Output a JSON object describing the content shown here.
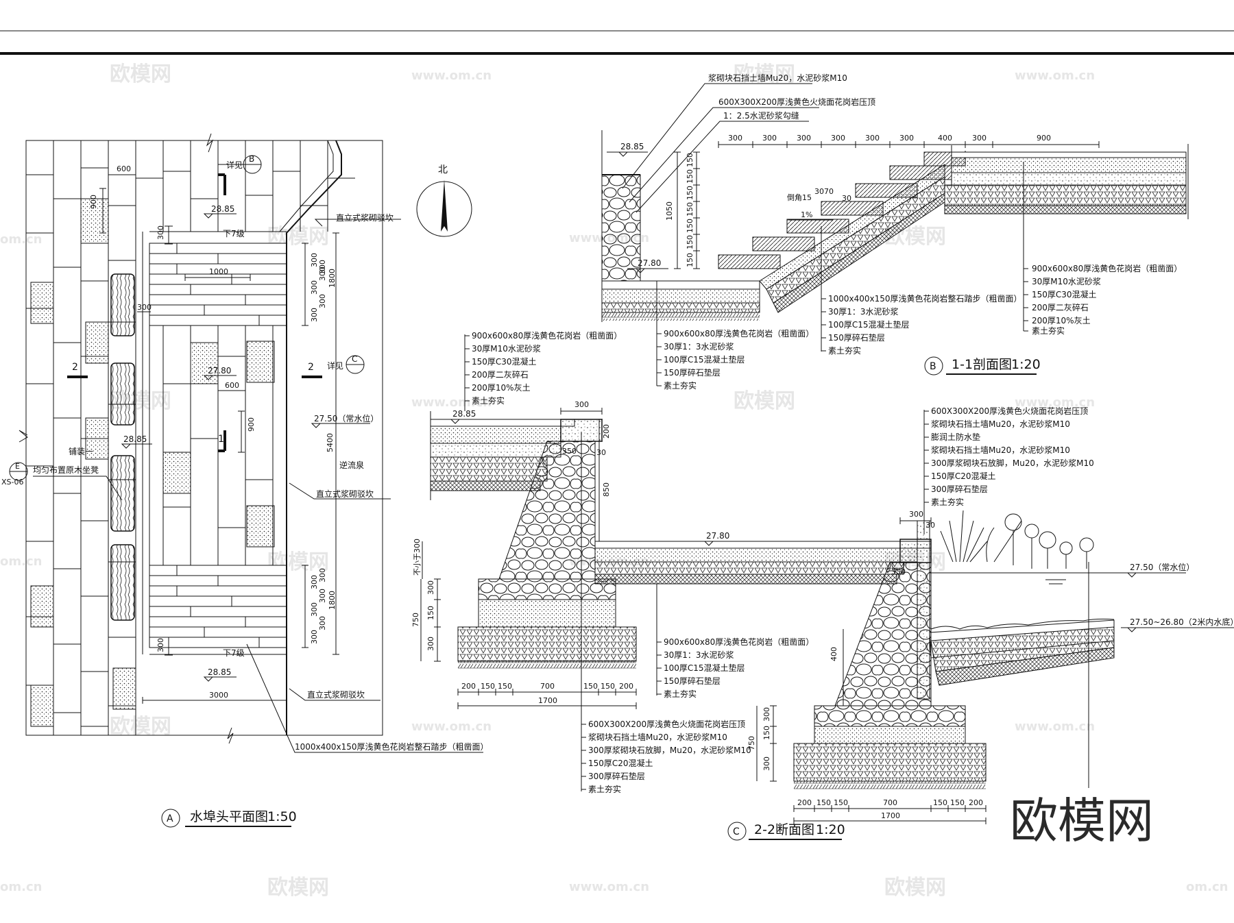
{
  "watermark": {
    "logo": "欧模网",
    "url": "www.om.cn",
    "small_url": "om.cn"
  },
  "north": {
    "label": "北"
  },
  "plan": {
    "title_id": "A",
    "title": "水埠头平面图",
    "scale": "1:50",
    "dims": {
      "d600a": "600",
      "d900a": "900",
      "d300a": "300",
      "d1000": "1000",
      "d300b": "300",
      "d600b": "600",
      "d900b": "900",
      "d5400": "5400",
      "d300c": "300",
      "d3000": "3000",
      "d1800a": "1800",
      "d1800b": "1800",
      "d300s": [
        "300",
        "300",
        "300",
        "300",
        "300",
        "300"
      ],
      "d300t": [
        "300",
        "300",
        "300",
        "300",
        "300",
        "300"
      ]
    },
    "elev": {
      "e1": "28.85",
      "e2": "27.80",
      "e3": "28.85",
      "e4": "28.85",
      "e5": "27.50（常水位）"
    },
    "labels": {
      "detail_b_word": "详见",
      "detail_b_id": "B",
      "detail_c_word": "详见",
      "detail_c_id": "C",
      "cut2_left": "2",
      "cut2_right": "2",
      "cut1": "1",
      "down_top": "下7级",
      "down_bottom": "下7级",
      "pave": "铺装一",
      "bench": "均匀布置原木坐凳",
      "e_id": "E",
      "e_ref": "XS-06",
      "wall1": "直立式浆砌驳坎",
      "wall2": "直立式浆砌驳坎",
      "wall3": "直立式浆砌驳坎",
      "fountain": "逆流泉",
      "step_note": "1000x400x150厚浅黄色花岗岩整石踏步（粗凿面）"
    }
  },
  "sec_b": {
    "title_id": "B",
    "title": "1-1剖面图",
    "scale": "1:20",
    "top_notes": [
      "浆砌块石挡土墙Mu20，水泥砂浆M10",
      "600X300X200厚浅黄色火烧面花岗岩压顶",
      "1：2.5水泥砂浆勾缝"
    ],
    "top_dims": [
      "300",
      "300",
      "300",
      "300",
      "300",
      "300",
      "400",
      "300",
      "900"
    ],
    "vdims": [
      "150",
      "150",
      "150",
      "150",
      "150",
      "150",
      "150"
    ],
    "v1050": "1050",
    "elev_top": "28.85",
    "elev_bot": "27.80",
    "chamfer": "倒角15",
    "d3070": "3070",
    "d30": "30",
    "slope": "1%",
    "right_layers": [
      "900x600x80厚浅黄色花岗岩（粗凿面）",
      "30厚M10水泥砂浆",
      "150厚C30混凝土",
      "200厚二灰碎石",
      "200厚10%灰土",
      "素土夯实"
    ],
    "step_layers": [
      "1000x400x150厚浅黄色花岗岩整石踏步（粗凿面）",
      "30厚1：3水泥砂浆",
      "100厚C15混凝土垫层",
      "150厚碎石垫层",
      "素土夯实"
    ],
    "bottom_layers": [
      "900x600x80厚浅黄色花岗岩（粗凿面）",
      "30厚1：3水泥砂浆",
      "100厚C15混凝土垫层",
      "150厚碎石垫层",
      "素土夯实"
    ]
  },
  "sec_c": {
    "title_id": "C",
    "title": "2-2断面图",
    "scale": "1:20",
    "upper_layers": [
      "900x600x80厚浅黄色花岗岩（粗凿面）",
      "30厚M10水泥砂浆",
      "150厚C30混凝土",
      "200厚二灰碎石",
      "200厚10%灰土",
      "素土夯实"
    ],
    "left_bottom_layers": [
      "900x600x80厚浅黄色花岗岩（粗凿面）",
      "30厚1：3水泥砂浆",
      "100厚C15混凝土垫层",
      "150厚碎石垫层",
      "素土夯实"
    ],
    "left_wall_layers": [
      "600X300X200厚浅黄色火烧面花岗岩压顶",
      "浆砌块石挡土墙Mu20，水泥砂浆M10",
      "300厚浆砌块石放脚，Mu20，水泥砂浆M10",
      "150厚C20混凝土",
      "300厚碎石垫层",
      "素土夯实"
    ],
    "right_layers": [
      "600X300X200厚浅黄色火烧面花岗岩压顶",
      "浆砌块石挡土墙Mu20，水泥砂浆M10",
      "膨润土防水垫",
      "浆砌块石挡土墙Mu20，水泥砂浆M10",
      "300厚浆砌块石放脚，Mu20，水泥砂浆M10",
      "150厚C20混凝土",
      "300厚碎石垫层",
      "素土夯实"
    ],
    "elev_top": "28.85",
    "elev_mid": "27.80",
    "water": "27.50（常水位）",
    "water_bed": "27.50~26.80（2米内水底）",
    "dims": {
      "d300": "300",
      "d350a": "350",
      "d30": "30",
      "d200": "200",
      "d850": "850",
      "d_min300": "不小于300",
      "left_v": [
        "300",
        "150",
        "300"
      ],
      "left_v750": "750",
      "bot_left": [
        "200",
        "150",
        "150",
        "700",
        "150",
        "150",
        "200"
      ],
      "bot_left_total": "1700",
      "d300r": "300",
      "d350b": "350",
      "d30r": "30",
      "d400": "400",
      "right_v": [
        "300",
        "150",
        "300"
      ],
      "right_v750": "750",
      "bot_right": [
        "200",
        "150",
        "150",
        "700",
        "150",
        "150",
        "200"
      ],
      "bot_right_total": "1700"
    }
  }
}
